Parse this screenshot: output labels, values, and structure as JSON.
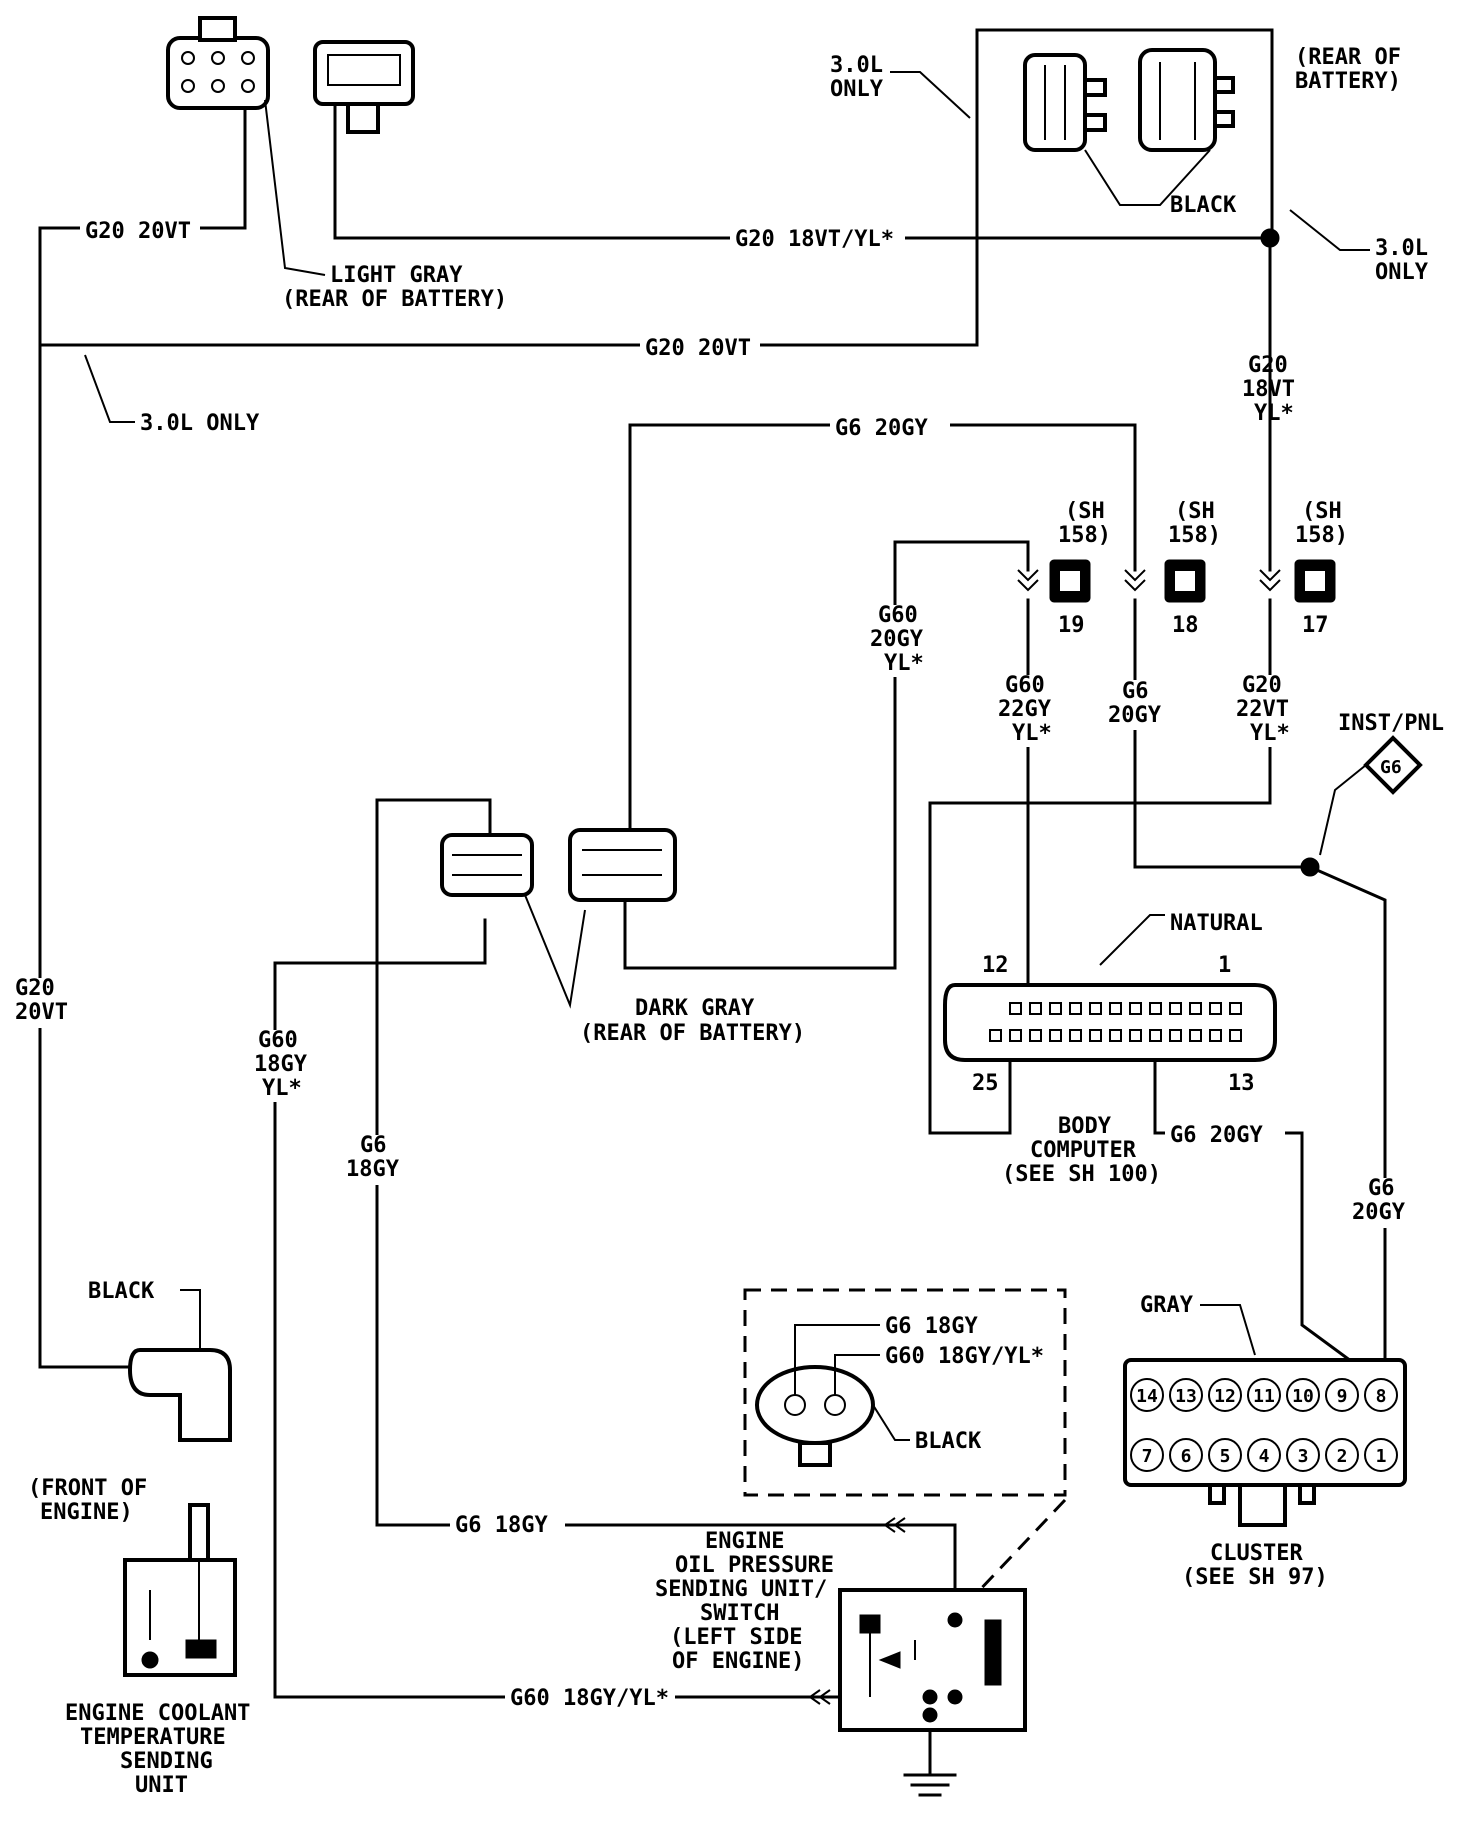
{
  "wires": {
    "top_g20_20vt": "G20 20VT",
    "top_g20_18vt_yl": "G20 18VT/YL*",
    "mid_g20_20vt": "G20 20VT",
    "right_g20_18vt_yl": [
      "G20",
      "18VT",
      "YL*"
    ],
    "g6_20gy_top": "G6 20GY",
    "g60_20gy_yl": [
      "G60",
      "20GY",
      "YL*"
    ],
    "g60_22gy_yl": [
      "G60",
      "22GY",
      "YL*"
    ],
    "g6_20gy_mid": [
      "G6",
      "20GY"
    ],
    "g20_22vt_yl": [
      "G20",
      "22VT",
      "YL*"
    ],
    "left_g20_20vt": [
      "G20",
      "20VT"
    ],
    "left_g60_18gy_yl": [
      "G60",
      "18GY",
      "YL*"
    ],
    "left_g6_18gy": [
      "G6",
      "18GY"
    ],
    "bottom_g6_18gy": "G6 18GY",
    "bottom_g60_18gy_yl": "G60 18GY/YL*",
    "body_g6_20gy": "G6 20GY",
    "right_g6_20gy": [
      "G6",
      "20GY"
    ]
  },
  "labels": {
    "only_30l_top": [
      "3.0L",
      "ONLY"
    ],
    "only_30l_right": [
      "3.0L",
      "ONLY"
    ],
    "only_30l_left": "3.0L ONLY",
    "rear_of_battery": [
      "(REAR OF",
      "BATTERY)"
    ],
    "black_top": "BLACK",
    "light_gray": [
      "LIGHT GRAY",
      "(REAR OF BATTERY)"
    ],
    "dark_gray": [
      "DARK GRAY",
      "(REAR OF BATTERY)"
    ],
    "sh158": [
      "(SH",
      "158)"
    ],
    "splice_19": "19",
    "splice_18": "18",
    "splice_17": "17",
    "inst_pnl": "INST/PNL",
    "ground_g6": "G6",
    "natural": "NATURAL",
    "bc_pin_12": "12",
    "bc_pin_1": "1",
    "bc_pin_25": "25",
    "bc_pin_13": "13",
    "body_computer": [
      "BODY",
      "COMPUTER",
      "(SEE SH 100)"
    ],
    "black_left": "BLACK",
    "front_of_engine": [
      "(FRONT OF",
      "ENGINE)"
    ],
    "coolant": [
      "ENGINE COOLANT",
      "TEMPERATURE",
      "SENDING",
      "UNIT"
    ],
    "inset_g6_18gy": "G6 18GY",
    "inset_g60": "G60 18GY/YL*",
    "inset_black": "BLACK",
    "oil_pressure": [
      "ENGINE",
      "OIL PRESSURE",
      "SENDING UNIT/",
      "SWITCH",
      "(LEFT SIDE",
      "OF ENGINE)"
    ],
    "gray": "GRAY",
    "cluster": [
      "CLUSTER",
      "(SEE SH 97)"
    ],
    "cluster_top_pins": [
      "14",
      "13",
      "12",
      "11",
      "10",
      "9",
      "8"
    ],
    "cluster_bottom_pins": [
      "7",
      "6",
      "5",
      "4",
      "3",
      "2",
      "1"
    ]
  }
}
